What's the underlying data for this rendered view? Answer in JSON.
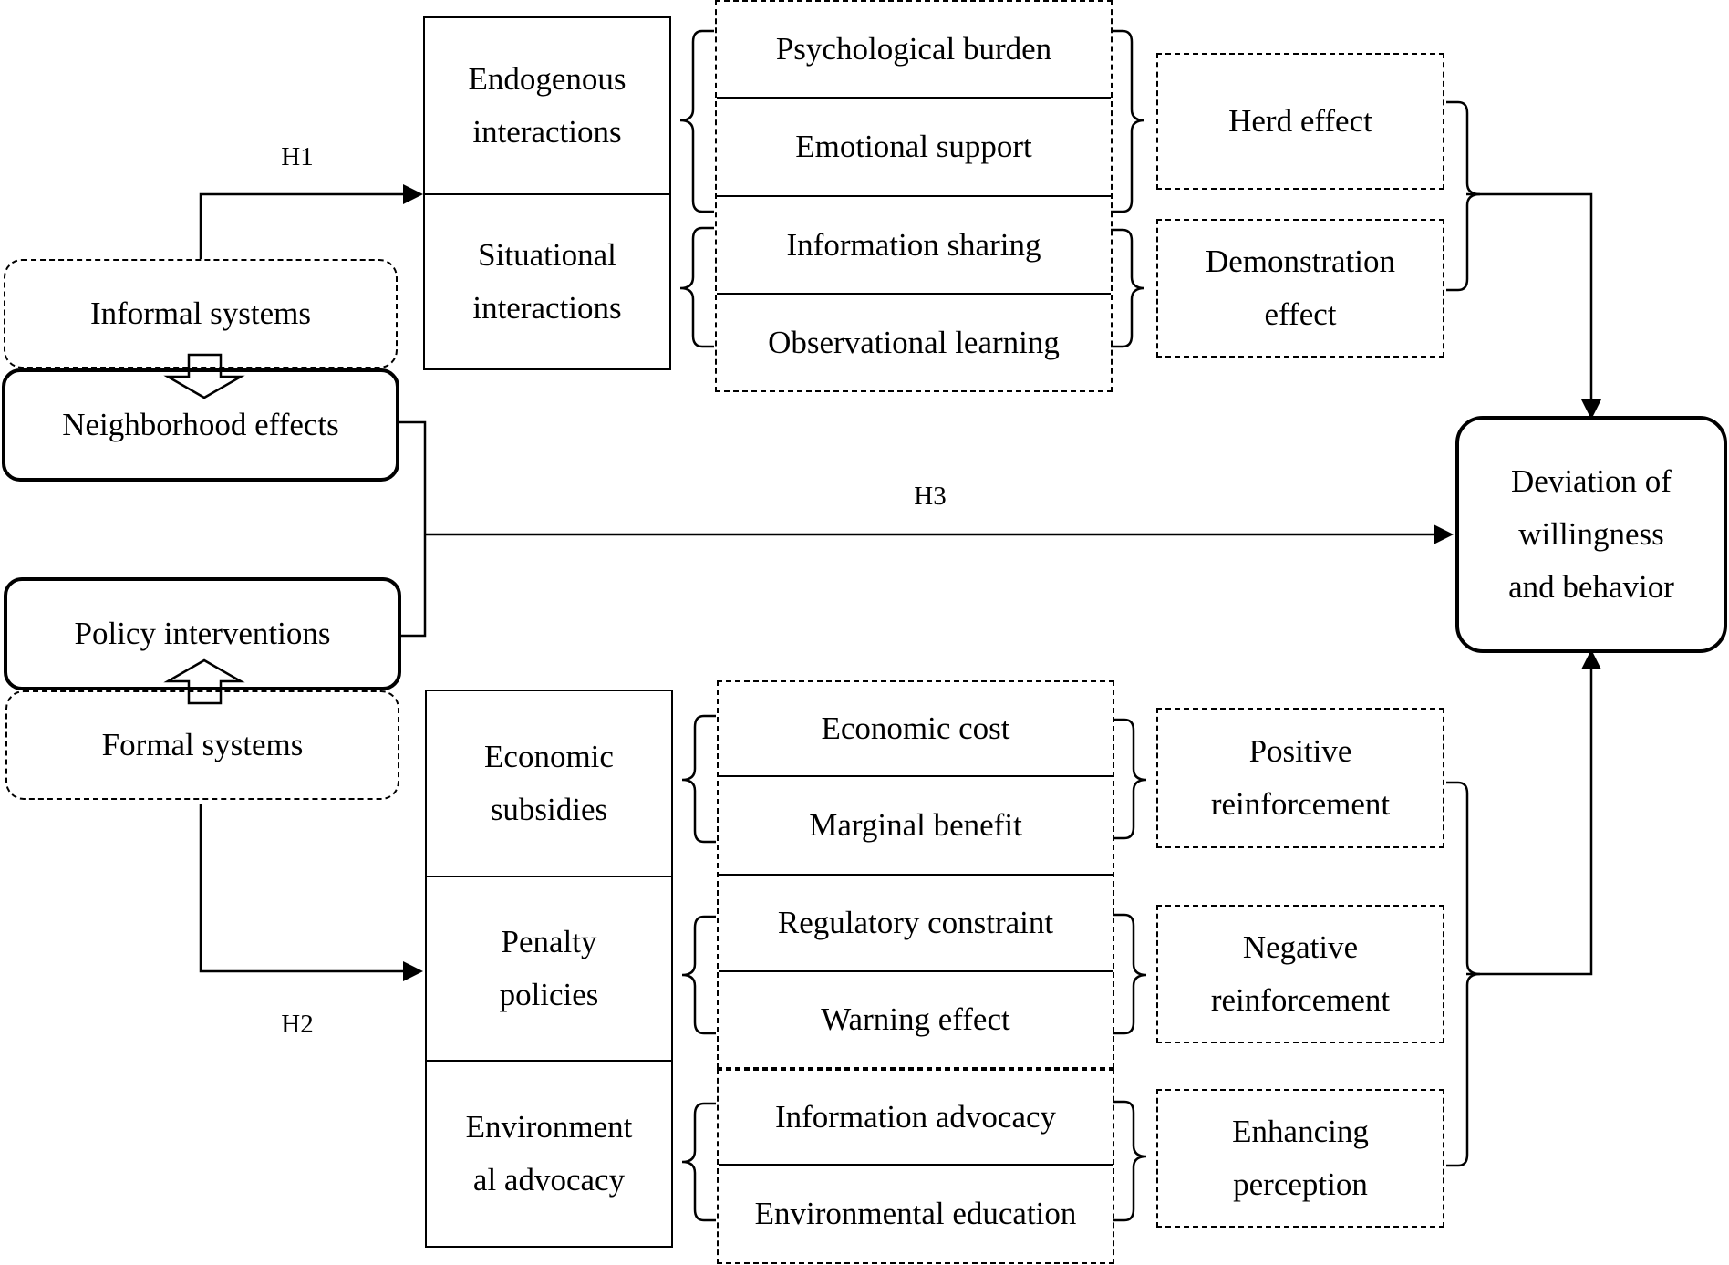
{
  "left": {
    "informal_systems": "Informal systems",
    "neighborhood_effects": "Neighborhood effects",
    "policy_interventions": "Policy interventions",
    "formal_systems": "Formal systems"
  },
  "hypotheses": {
    "h1": "H1",
    "h2": "H2",
    "h3": "H3"
  },
  "top_branch": {
    "mechanisms": [
      "Endogenous\ninteractions",
      "Situational\ninteractions"
    ],
    "pathways": [
      "Psychological burden",
      "Emotional support",
      "Information sharing",
      "Observational learning"
    ],
    "effects": [
      "Herd effect",
      "Demonstration\neffect"
    ]
  },
  "bottom_branch": {
    "mechanisms": [
      "Economic\nsubsidies",
      "Penalty\npolicies",
      "Environment\nal advocacy"
    ],
    "pathways": [
      "Economic cost",
      "Marginal benefit",
      "Regulatory constraint",
      "Warning effect",
      "Information advocacy",
      "Environmental education"
    ],
    "effects": [
      "Positive\nreinforcement",
      "Negative\nreinforcement",
      "Enhancing\nperception"
    ]
  },
  "outcome": "Deviation of\nwillingness\nand behavior"
}
